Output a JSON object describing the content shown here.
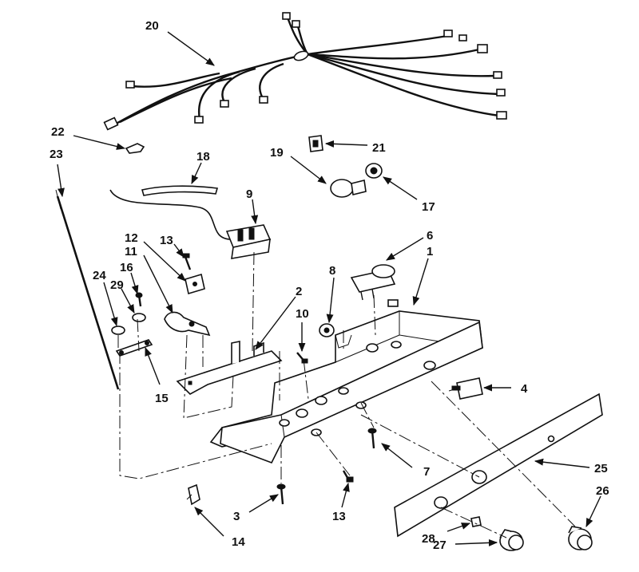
{
  "figure": {
    "kind": "exploded parts diagram",
    "line_color": "#111111",
    "background": "#ffffff"
  },
  "callouts": [
    {
      "id": "c1",
      "label": "1"
    },
    {
      "id": "c2",
      "label": "2"
    },
    {
      "id": "c3",
      "label": "3"
    },
    {
      "id": "c4",
      "label": "4"
    },
    {
      "id": "c6",
      "label": "6"
    },
    {
      "id": "c7",
      "label": "7"
    },
    {
      "id": "c8",
      "label": "8"
    },
    {
      "id": "c9",
      "label": "9"
    },
    {
      "id": "c10",
      "label": "10"
    },
    {
      "id": "c11",
      "label": "11"
    },
    {
      "id": "c12",
      "label": "12"
    },
    {
      "id": "c13a",
      "label": "13"
    },
    {
      "id": "c13b",
      "label": "13"
    },
    {
      "id": "c14",
      "label": "14"
    },
    {
      "id": "c15",
      "label": "15"
    },
    {
      "id": "c16",
      "label": "16"
    },
    {
      "id": "c17",
      "label": "17"
    },
    {
      "id": "c18",
      "label": "18"
    },
    {
      "id": "c19",
      "label": "19"
    },
    {
      "id": "c20",
      "label": "20"
    },
    {
      "id": "c21",
      "label": "21"
    },
    {
      "id": "c22",
      "label": "22"
    },
    {
      "id": "c23",
      "label": "23"
    },
    {
      "id": "c24",
      "label": "24"
    },
    {
      "id": "c25",
      "label": "25"
    },
    {
      "id": "c26",
      "label": "26"
    },
    {
      "id": "c27",
      "label": "27"
    },
    {
      "id": "c28",
      "label": "28"
    },
    {
      "id": "c29",
      "label": "29"
    }
  ]
}
